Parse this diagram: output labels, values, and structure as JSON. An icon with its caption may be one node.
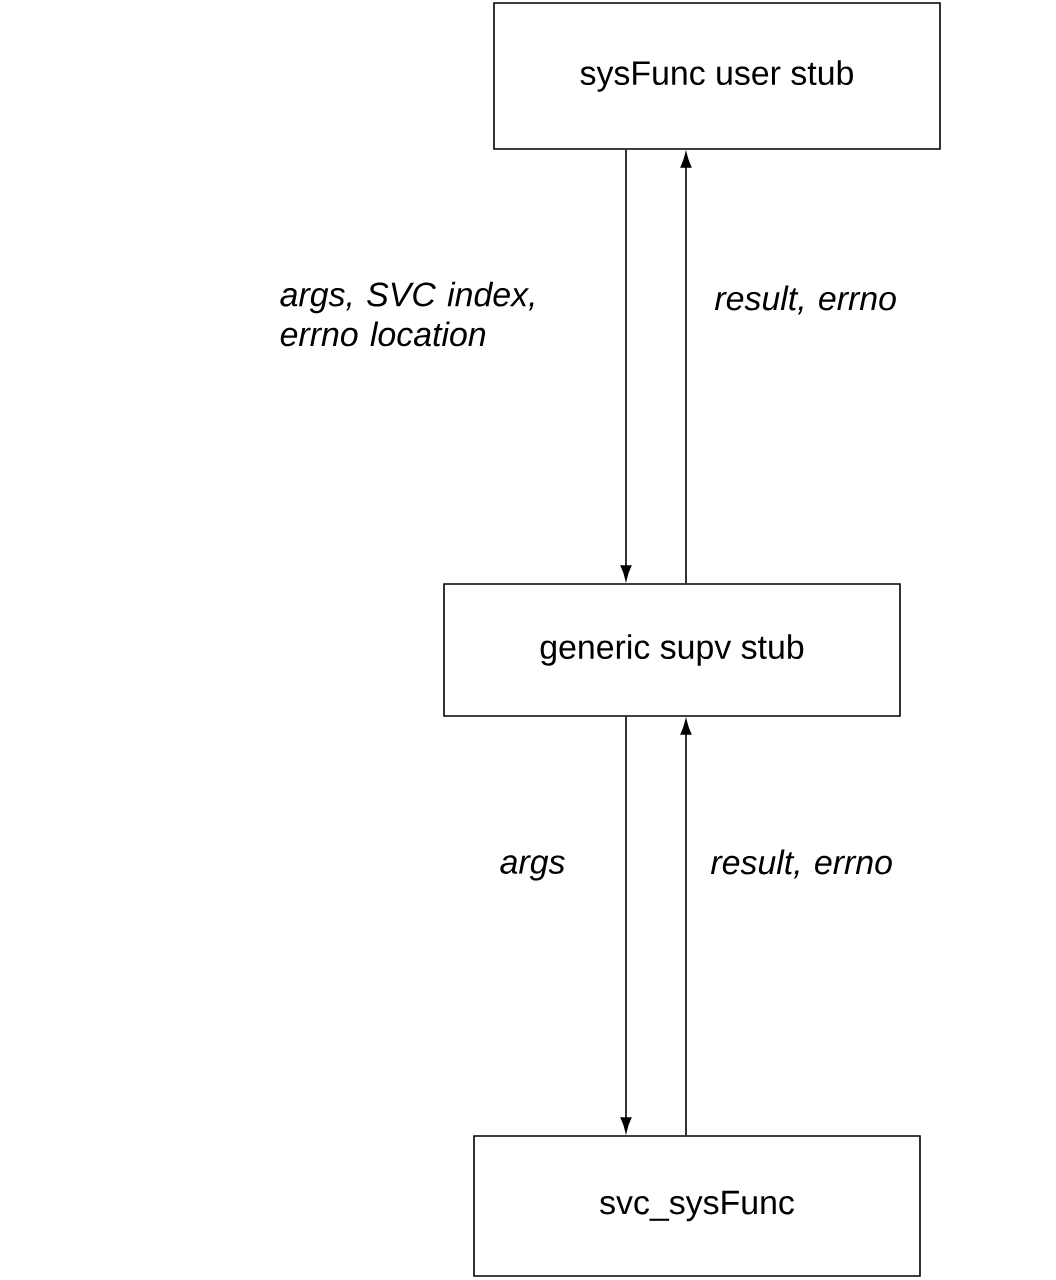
{
  "diagram": {
    "nodes": [
      {
        "text": [
          "sysFunc user stub"
        ]
      },
      {
        "text": [
          "generic supv stub"
        ]
      },
      {
        "text": [
          "svc_sysFunc"
        ]
      }
    ],
    "edges": [
      {
        "from": 0,
        "to": 1,
        "arrow": "to",
        "label": "args, SVC index, errno location"
      },
      {
        "from": 1,
        "to": 0,
        "arrow": "to",
        "label": "result, errno"
      },
      {
        "from": 1,
        "to": 2,
        "arrow": "to",
        "label": "args"
      },
      {
        "from": 2,
        "to": 1,
        "arrow": "to",
        "label": "result, errno"
      }
    ]
  }
}
